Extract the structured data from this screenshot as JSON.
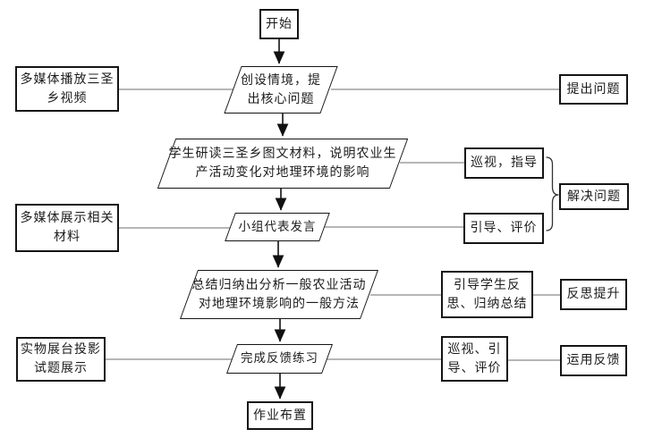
{
  "flowchart": {
    "colors": {
      "background": "#ffffff",
      "border": "#151515",
      "connector": "#8a8a8a",
      "arrow": "#111111"
    },
    "nodes": {
      "start": "开始",
      "create_situation": "创设情境，提\n出核心问题",
      "multimedia_video": "多媒体播放三圣\n乡视频",
      "raise_question": "提出问题",
      "students_read": "学生研读三圣乡图文材料，说明农业生\n产活动变化对地理环境的影响",
      "patrol_guide": "巡视，指导",
      "solve_problem": "解决问题",
      "group_speak": "小组代表发言",
      "multimedia_materials": "多媒体展示相关\n材料",
      "guide_evaluate": "引导、评价",
      "summarize_method": "总结归纳出分析一般农业活动\n对地理环境影响的一般方法",
      "guide_reflect": "引导学生反\n思、归纳总结",
      "reflect_improve": "反思提升",
      "feedback_exercise": "完成反馈练习",
      "projector_display": "实物展台投影\n试题展示",
      "patrol_guide_evaluate": "巡视、引\n导、评价",
      "apply_feedback": "运用反馈",
      "homework": "作业布置"
    }
  }
}
